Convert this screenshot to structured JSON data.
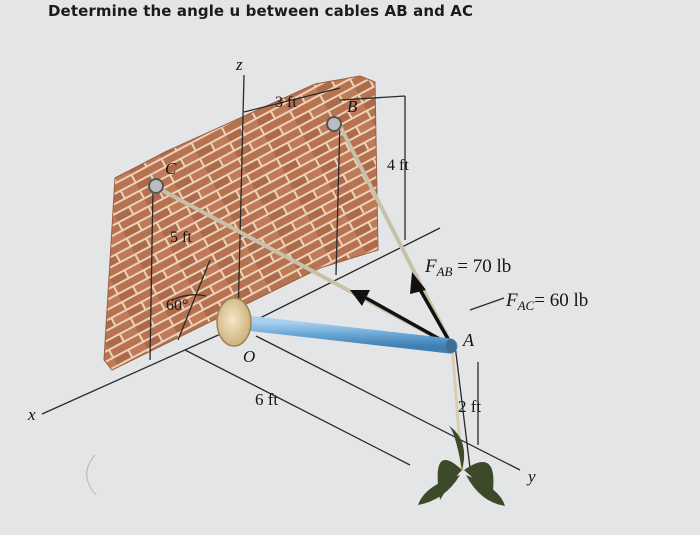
{
  "question": "Determine the angle u between cables AB and AC",
  "labels": {
    "axis_z": "z",
    "axis_x": "x",
    "axis_y": "y",
    "point_b": "B",
    "point_c": "C",
    "point_a": "A",
    "point_o": "O",
    "dim_3ft": "3 ft",
    "dim_4ft": "4 ft",
    "dim_5ft": "5 ft",
    "dim_6ft": "6 ft",
    "dim_2ft": "2 ft",
    "angle_60": "60°",
    "f_ab_symbol": "F",
    "f_ab_sub": "AB",
    "f_ab_value": " = 70 lb",
    "f_ac_symbol": "F",
    "f_ac_sub": "AC",
    "f_ac_value": "= 60 lb"
  },
  "colors": {
    "background": "#e4e5e7",
    "brick": "#b7724f",
    "mortar": "#ecd2bd",
    "pipe": "#79b4dc",
    "cable": "#c9c0a8",
    "plant": "#3c4a2a"
  }
}
